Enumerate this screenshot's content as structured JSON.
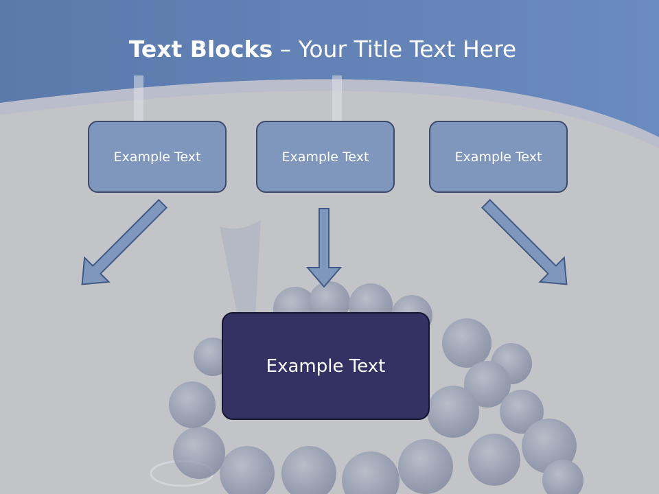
{
  "slide": {
    "title_bold": "Text Blocks",
    "title_dash": " – ",
    "title_rest": "Your Title Text Here"
  },
  "blocks": {
    "top": [
      "Example Text",
      "Example Text",
      "Example Text"
    ],
    "main": "Example Text"
  },
  "colors": {
    "header_band": "#5f7fb0",
    "background": "#c3c4c8",
    "block_fill": "#7f97bd",
    "main_block_fill": "#343163",
    "arrow_fill": "#7f97bd",
    "arrow_stroke": "#3f5a86"
  }
}
